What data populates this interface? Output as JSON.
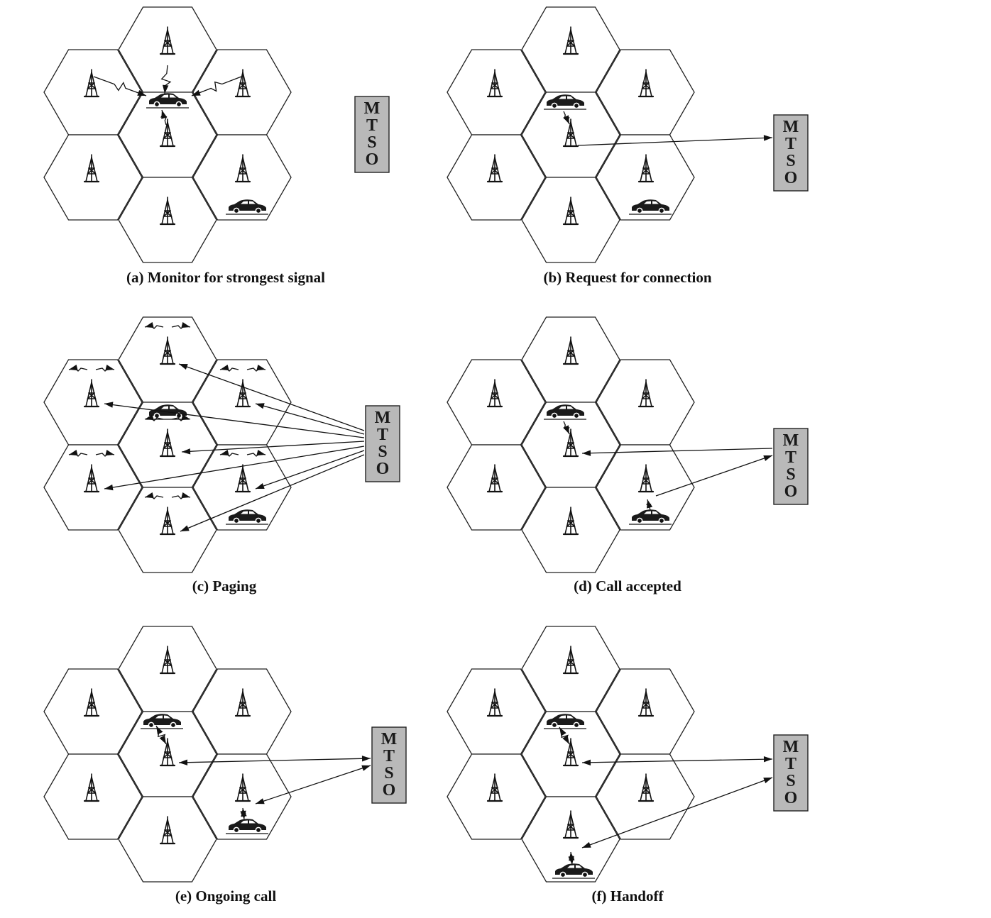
{
  "panels": [
    {
      "caption": "(a) Monitor for strongest signal",
      "mtso_letters": [
        "M",
        "T",
        "S",
        "O"
      ]
    },
    {
      "caption": "(b) Request for connection",
      "mtso_letters": [
        "M",
        "T",
        "S",
        "O"
      ]
    },
    {
      "caption": "(c) Paging",
      "mtso_letters": [
        "M",
        "T",
        "S",
        "O"
      ]
    },
    {
      "caption": "(d) Call accepted",
      "mtso_letters": [
        "M",
        "T",
        "S",
        "O"
      ]
    },
    {
      "caption": "(e) Ongoing call",
      "mtso_letters": [
        "M",
        "T",
        "S",
        "O"
      ]
    },
    {
      "caption": "(f) Handoff",
      "mtso_letters": [
        "M",
        "T",
        "S",
        "O"
      ]
    }
  ],
  "colors": {
    "line": "#111111",
    "mtso_fill": "#b9b9b9",
    "background": "#ffffff"
  },
  "icons": [
    "cell-tower-icon",
    "car-icon",
    "mtso-box"
  ]
}
